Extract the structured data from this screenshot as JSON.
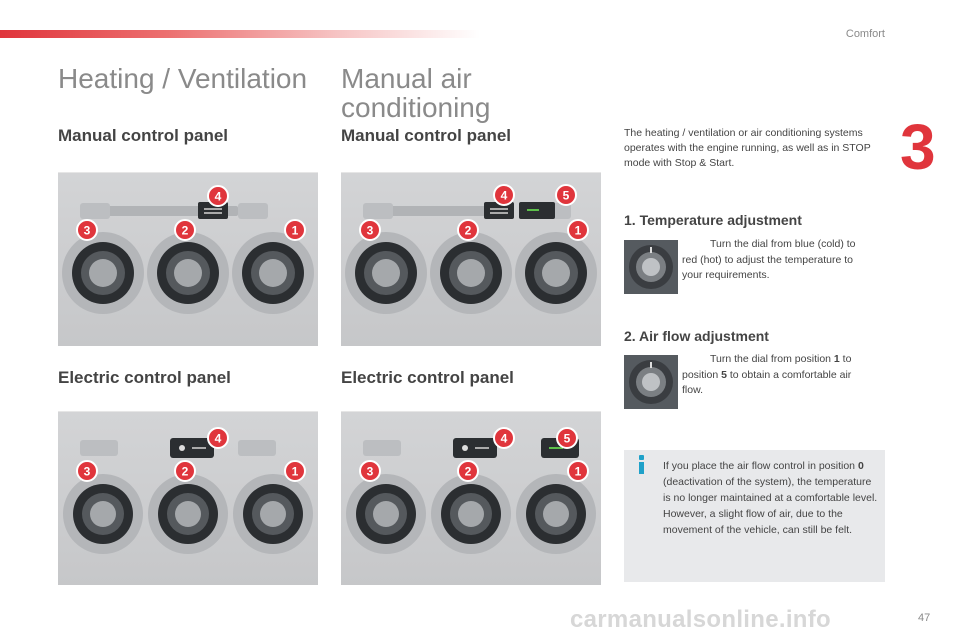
{
  "header": {
    "section_label": "Comfort",
    "chapter_number": "3"
  },
  "titles": {
    "left": "Heating / Ventilation",
    "mid": "Manual air conditioning"
  },
  "subheads": {
    "left_manual": "Manual control panel",
    "left_electric": "Electric control panel",
    "mid_manual": "Manual control panel",
    "mid_electric": "Electric control panel"
  },
  "callouts": [
    "1",
    "2",
    "3",
    "4",
    "5"
  ],
  "intro": "The heating / ventilation or air conditioning systems operates with the engine running, as well as in STOP mode with Stop & Start.",
  "steps": [
    {
      "title": "1. Temperature adjustment",
      "text": "Turn the dial from blue (cold) to red (hot) to adjust the temperature to your requirements."
    },
    {
      "title": "2. Air flow adjustment",
      "text_a": "Turn the dial from position ",
      "bold1": "1",
      "text_b": " to position ",
      "bold2": "5",
      "text_c": " to obtain a comfortable air flow."
    }
  ],
  "info": {
    "text_a": "If you place the air flow control in position ",
    "bold": "0",
    "text_b": " (deactivation of the system), the temperature is no longer maintained at a comfortable level. However, a slight flow of air, due to the movement of the vehicle, can still be felt."
  },
  "bullet_glyph": "",
  "page_number": "47",
  "watermark": "carmanualsonline.info",
  "colors": {
    "accent_red": "#e0353c",
    "info_blue": "#1fa1c9",
    "title_grey": "#8a8a8a"
  }
}
